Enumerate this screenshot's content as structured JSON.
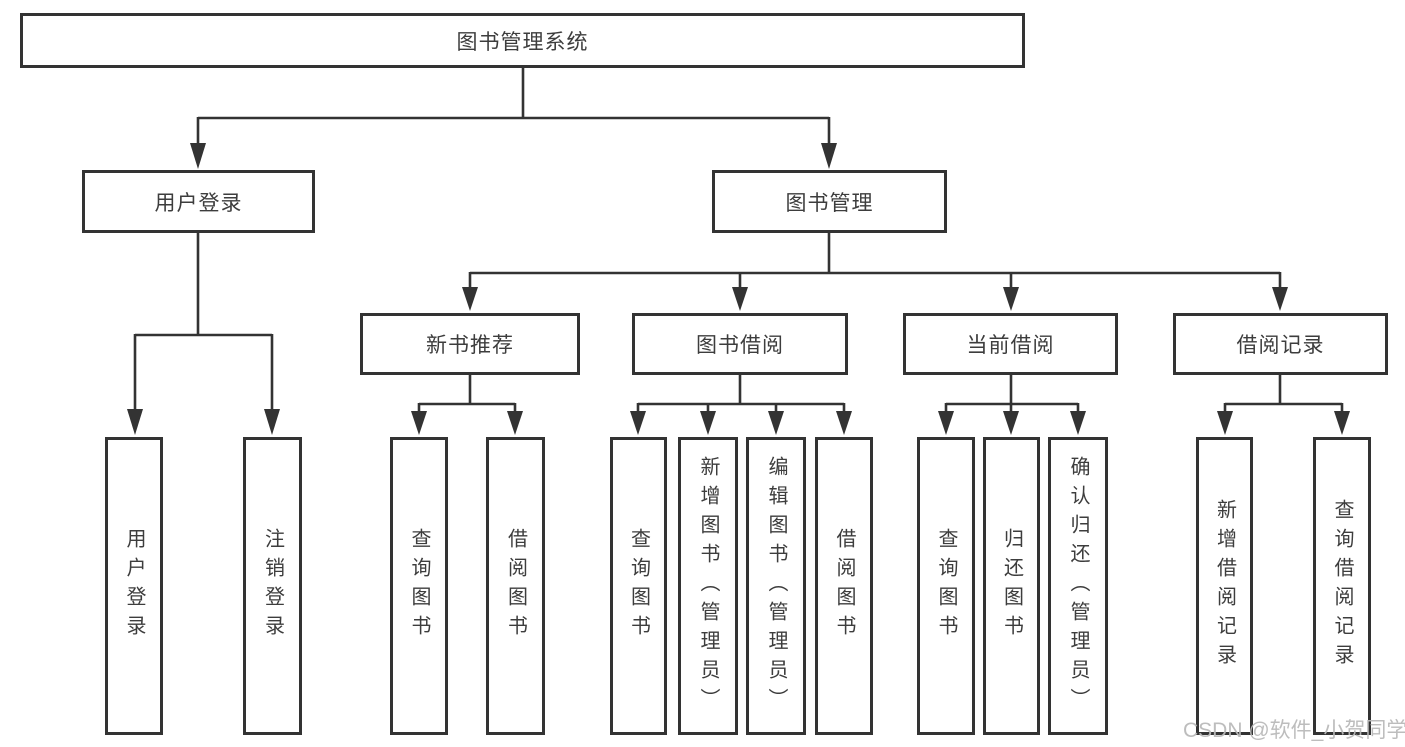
{
  "diagram": {
    "title": "图书管理系统",
    "nodes": {
      "root": "图书管理系统",
      "branches": [
        "用户登录",
        "图书管理"
      ],
      "modules": [
        "新书推荐",
        "图书借阅",
        "当前借阅",
        "借阅记录"
      ],
      "leaves": [
        "用户登录",
        "注销登录",
        "查询图书",
        "借阅图书",
        "查询图书",
        "新增图书（管理员）",
        "编辑图书（管理员）",
        "借阅图书",
        "查询图书",
        "归还图书",
        "确认归还（管理员）",
        "新增借阅记录",
        "查询借阅记录"
      ]
    },
    "colors": {
      "line": "#333333",
      "box_border": "#333333",
      "box_fill": "#ffffff",
      "text": "#3d3d3d",
      "watermark": "#b9b9b9",
      "background": "#ffffff"
    }
  },
  "watermark": "CSDN @软件_小贺同学"
}
